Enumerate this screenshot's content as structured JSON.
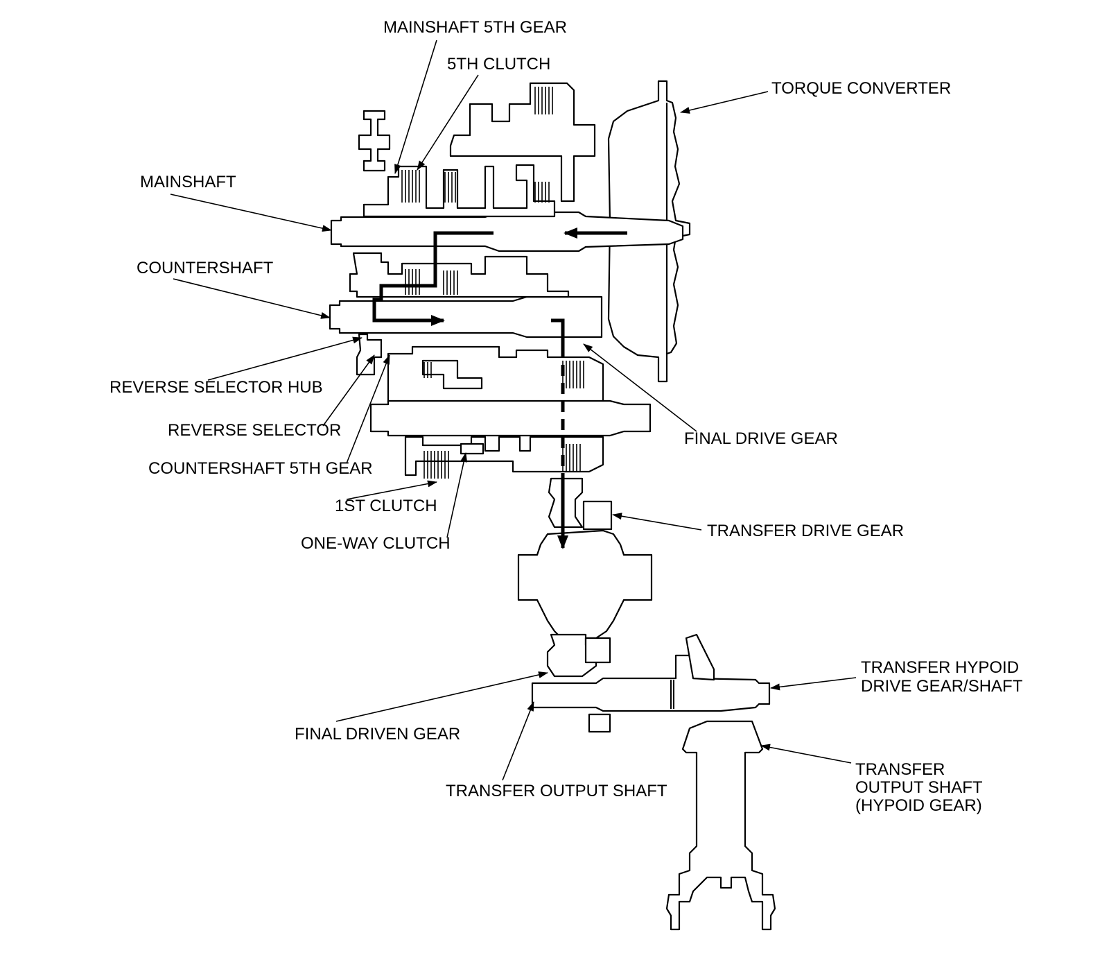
{
  "labels": {
    "mainshaft_5th_gear": "MAINSHAFT 5TH GEAR",
    "fifth_clutch": "5TH CLUTCH",
    "torque_converter": "TORQUE CONVERTER",
    "mainshaft": "MAINSHAFT",
    "countershaft": "COUNTERSHAFT",
    "reverse_selector_hub": "REVERSE SELECTOR HUB",
    "reverse_selector": "REVERSE SELECTOR",
    "countershaft_5th_gear": "COUNTERSHAFT 5TH GEAR",
    "first_clutch": "1ST CLUTCH",
    "one_way_clutch": "ONE-WAY CLUTCH",
    "final_drive_gear": "FINAL DRIVE GEAR",
    "transfer_drive_gear": "TRANSFER DRIVE GEAR",
    "transfer_hypoid_drive_gear_line1": "TRANSFER HYPOID",
    "transfer_hypoid_drive_gear_line2": "DRIVE GEAR/SHAFT",
    "final_driven_gear": "FINAL DRIVEN GEAR",
    "transfer_output_shaft": "TRANSFER OUTPUT SHAFT",
    "transfer_output_hypoid_line1": "TRANSFER",
    "transfer_output_hypoid_line2": "OUTPUT SHAFT",
    "transfer_output_hypoid_line3": "(HYPOID GEAR)"
  }
}
